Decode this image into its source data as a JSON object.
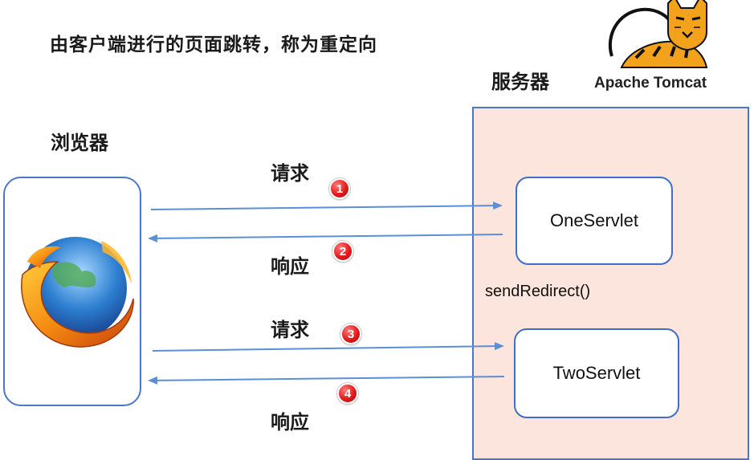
{
  "title": "由客户端进行的页面跳转，称为重定向",
  "server": {
    "label": "服务器",
    "logo_caption": "Apache Tomcat",
    "servlets": [
      "OneServlet",
      "TwoServlet"
    ],
    "method": "sendRedirect()"
  },
  "browser": {
    "label": "浏览器",
    "logo": "firefox-icon"
  },
  "messages": {
    "request_1": "请求",
    "response_1": "响应",
    "request_2": "请求",
    "response_2": "响应"
  },
  "steps": [
    "1",
    "2",
    "3",
    "4"
  ],
  "colors": {
    "arrow": "#5b8fd6",
    "box_border": "#4a78c8",
    "server_fill": "#fbe5dc",
    "badge": "#e31b1b"
  }
}
